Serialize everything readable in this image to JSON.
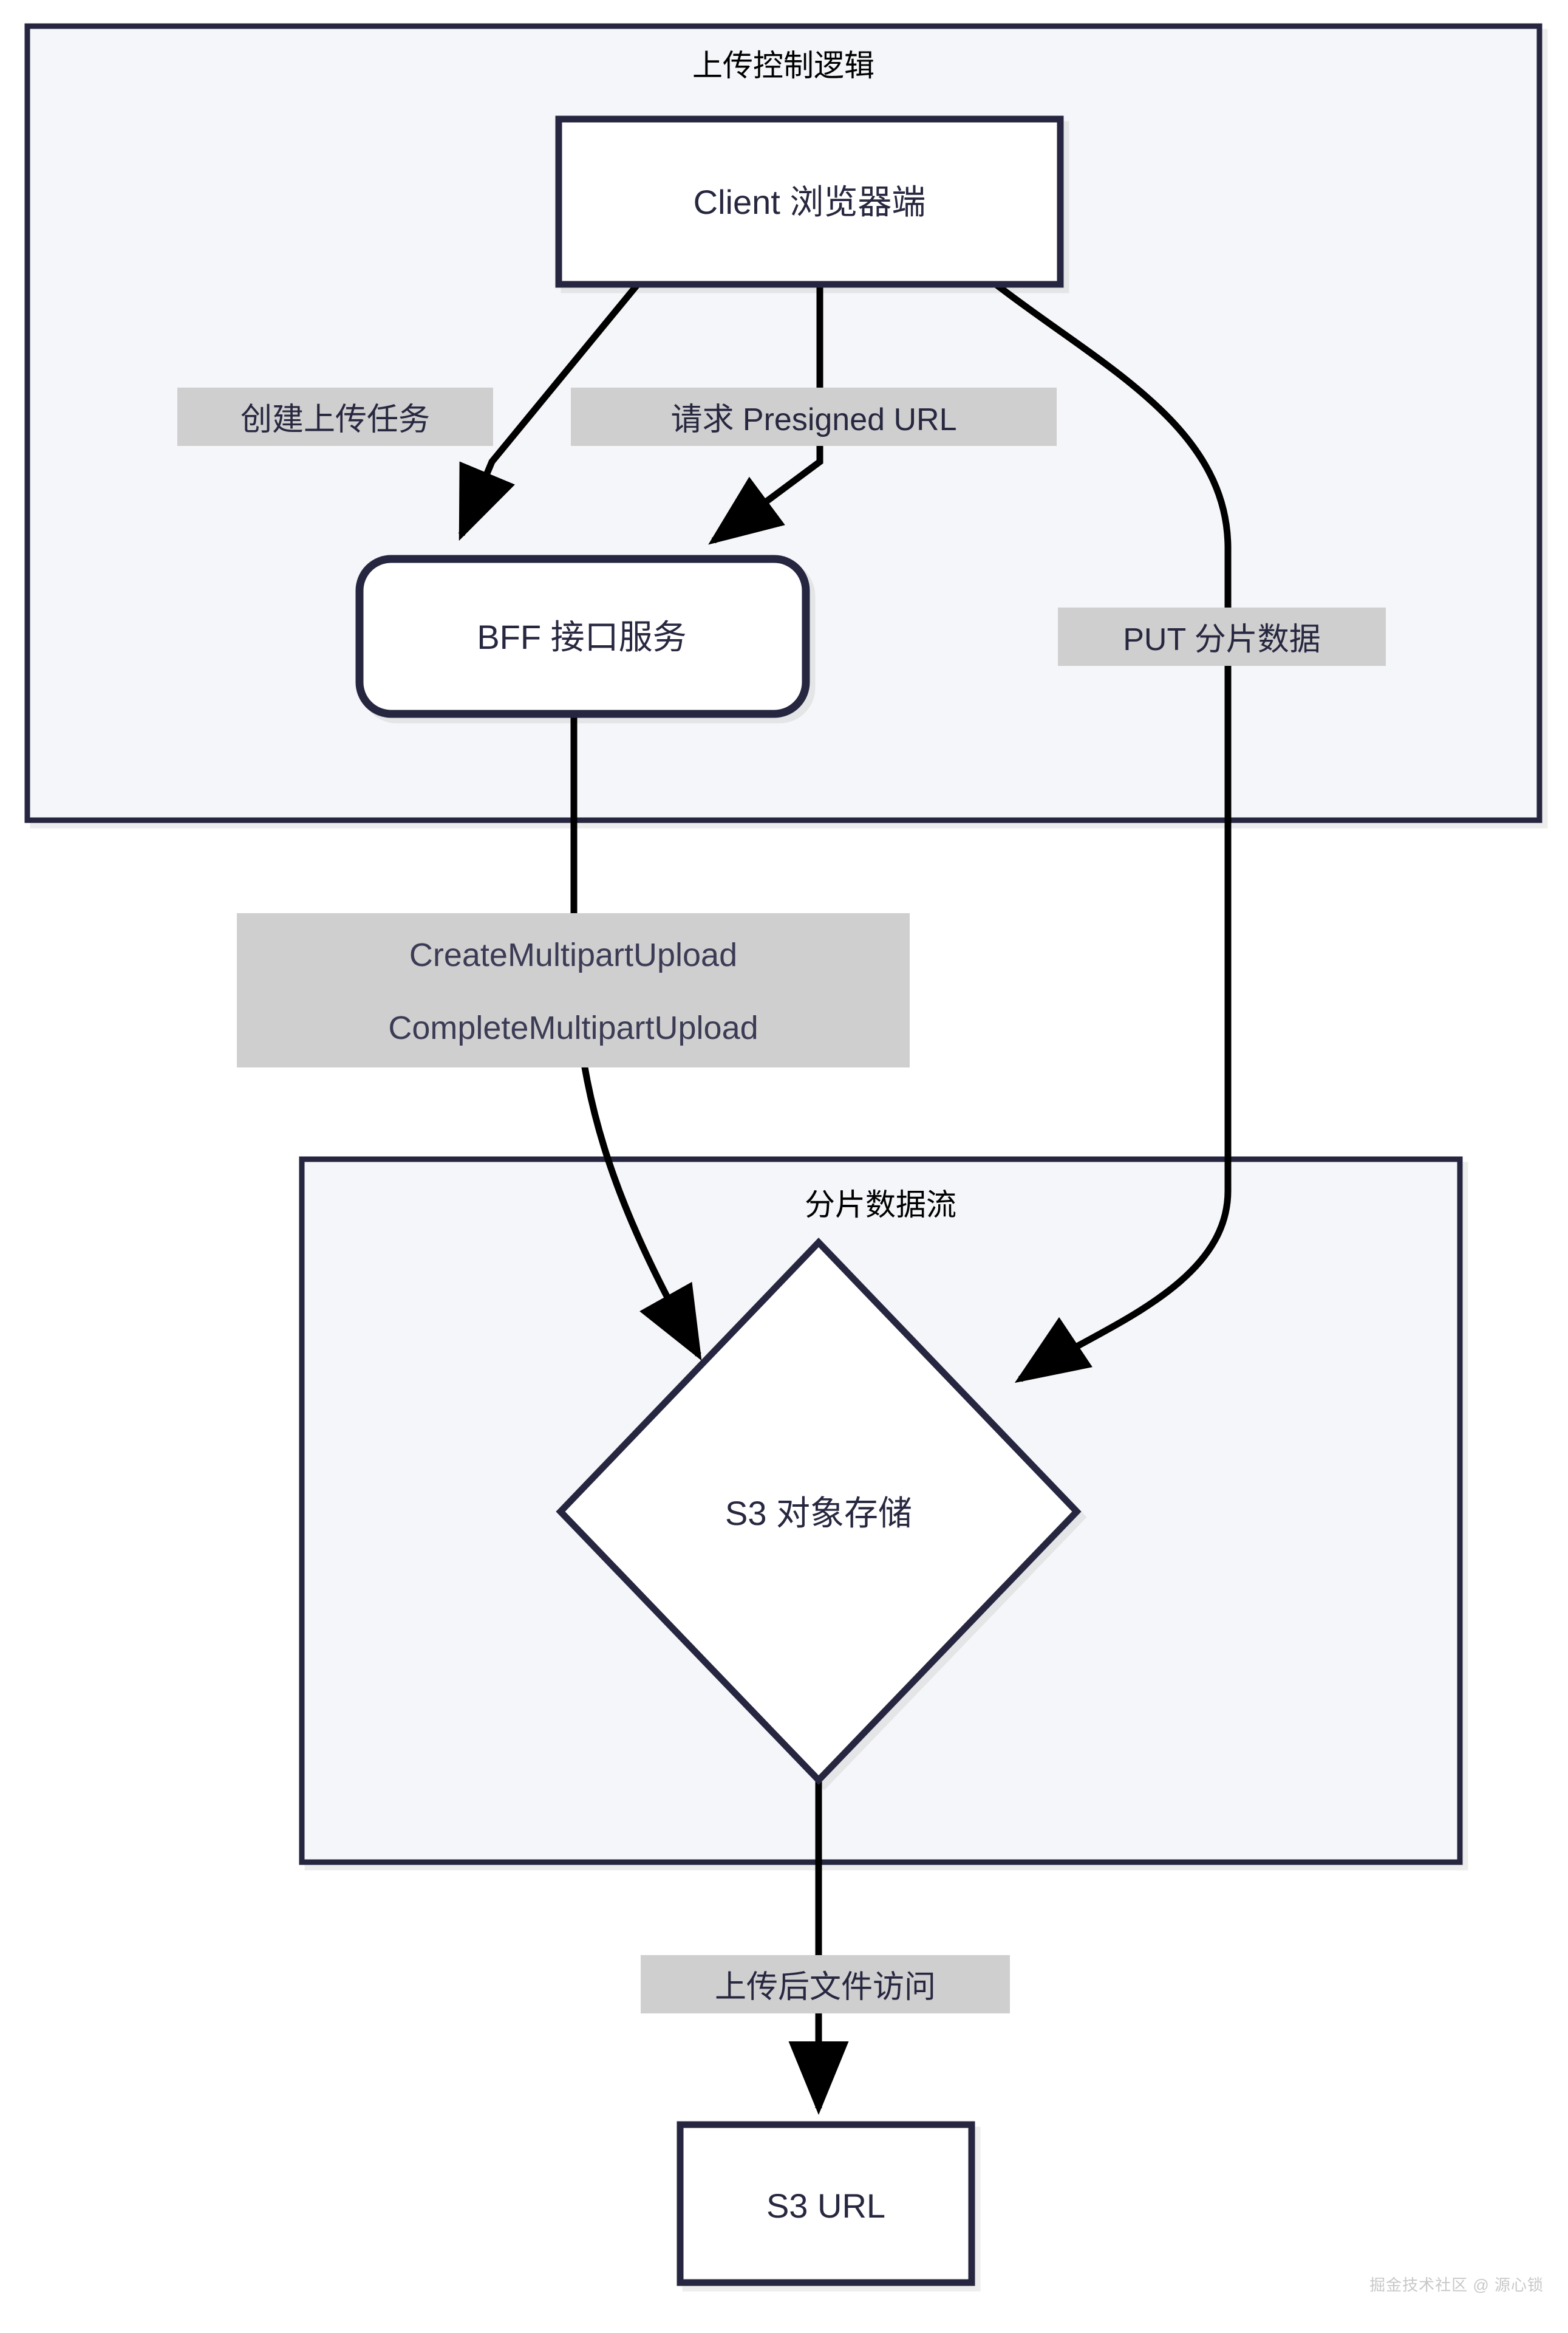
{
  "diagram": {
    "type": "flowchart",
    "direction": "top-down",
    "background": "#ffffff",
    "colors": {
      "node_stroke": "#272740",
      "node_fill": "#ffffff",
      "cluster_fill": "#f5f6f9",
      "cluster_stroke": "#272740",
      "edge_stroke": "#000000",
      "edge_label_bg": "#cfcfcf",
      "text": "#272740",
      "watermark": "#c8c8c8"
    },
    "clusters": [
      {
        "id": "upload-control",
        "title": "上传控制逻辑"
      },
      {
        "id": "chunk-stream",
        "title": "分片数据流"
      }
    ],
    "nodes": [
      {
        "id": "client",
        "label": "Client 浏览器端",
        "shape": "rect"
      },
      {
        "id": "bff",
        "label": "BFF 接口服务",
        "shape": "rounded-rect"
      },
      {
        "id": "s3",
        "label": "S3 对象存储",
        "shape": "diamond"
      },
      {
        "id": "s3url",
        "label": "S3 URL",
        "shape": "rect"
      }
    ],
    "edges": [
      {
        "id": "e1",
        "from": "client",
        "to": "bff",
        "label": "创建上传任务"
      },
      {
        "id": "e2",
        "from": "client",
        "to": "bff",
        "label": "请求 Presigned URL"
      },
      {
        "id": "e3",
        "from": "client",
        "to": "s3",
        "label": "PUT 分片数据"
      },
      {
        "id": "e4",
        "from": "bff",
        "to": "s3",
        "label_line1": "CreateMultipartUpload",
        "label_line2": "CompleteMultipartUpload"
      },
      {
        "id": "e5",
        "from": "s3",
        "to": "s3url",
        "label": "上传后文件访问"
      }
    ]
  },
  "watermark": {
    "text": "掘金技术社区 @ 源心锁"
  }
}
